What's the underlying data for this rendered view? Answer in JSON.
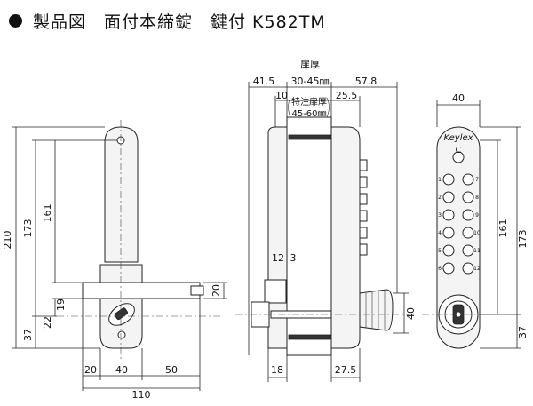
{
  "header": {
    "title": "製品図　面付本締錠　鍵付 K582TM"
  },
  "front_view": {
    "dims": {
      "d210": "210",
      "d173": "173",
      "d161": "161",
      "d19": "19",
      "d22": "22",
      "d37": "37",
      "d20_right": "20",
      "d20_bottom": "20",
      "d40": "40",
      "d50": "50",
      "d110": "110"
    }
  },
  "side_view": {
    "dims": {
      "door_label": "扉厚",
      "d41_5": "41.5",
      "d30_45": "30-45㎜",
      "d57_8": "57.8",
      "d10": "10",
      "special_label": "特注扉厚",
      "special_range": "45-60㎜",
      "d25_5": "25.5",
      "d12": "12",
      "d3": "3",
      "d40": "40",
      "d18": "18",
      "d27_5": "27.5"
    }
  },
  "keypad_view": {
    "brand": "Keylex",
    "dims": {
      "d40": "40",
      "d161": "161",
      "d173": "173",
      "d37": "37"
    },
    "key_label_c": "C",
    "keys_left": [
      "1",
      "2",
      "3",
      "4",
      "5",
      "6"
    ],
    "keys_right": [
      "7",
      "8",
      "9",
      "10",
      "11",
      "12"
    ]
  }
}
